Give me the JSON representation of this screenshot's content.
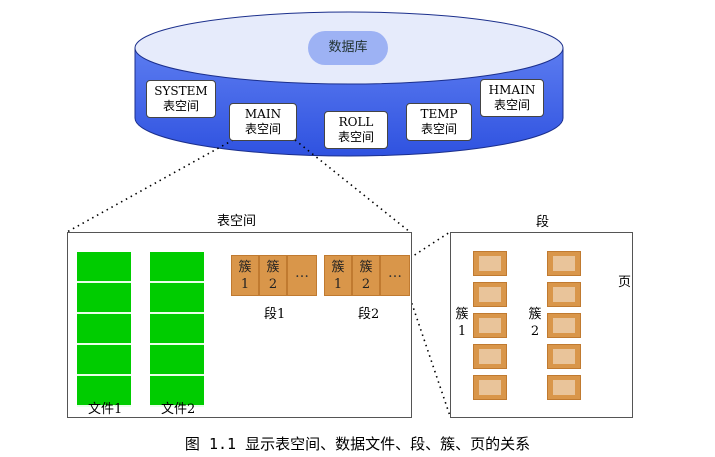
{
  "database": {
    "label": "数据库"
  },
  "tablespaces": [
    {
      "name": "SYSTEM",
      "suffix": "表空间"
    },
    {
      "name": "MAIN",
      "suffix": "表空间"
    },
    {
      "name": "ROLL",
      "suffix": "表空间"
    },
    {
      "name": "TEMP",
      "suffix": "表空间"
    },
    {
      "name": "HMAIN",
      "suffix": "表空间"
    }
  ],
  "tablespace_panel": {
    "title": "表空间",
    "files": [
      {
        "label": "文件1"
      },
      {
        "label": "文件2"
      }
    ],
    "segments": [
      {
        "label": "段1",
        "clusters": [
          {
            "name": "簇",
            "num": "1"
          },
          {
            "name": "簇",
            "num": "2"
          }
        ],
        "more": "…"
      },
      {
        "label": "段2",
        "clusters": [
          {
            "name": "簇",
            "num": "1"
          },
          {
            "name": "簇",
            "num": "2"
          }
        ],
        "more": "…"
      }
    ]
  },
  "segment_panel": {
    "title": "段",
    "clusters": [
      {
        "name": "簇",
        "num": "1"
      },
      {
        "name": "簇",
        "num": "2"
      }
    ],
    "page_label": "页"
  },
  "caption": "图 1.1 显示表空间、数据文件、段、簇、页的关系",
  "colors": {
    "cylinder_top": "#e6ebfb",
    "cylinder_body": "#3f63e8",
    "file": "#00cc00",
    "cluster": "#d9964a",
    "page_inner": "#e9c49a"
  }
}
